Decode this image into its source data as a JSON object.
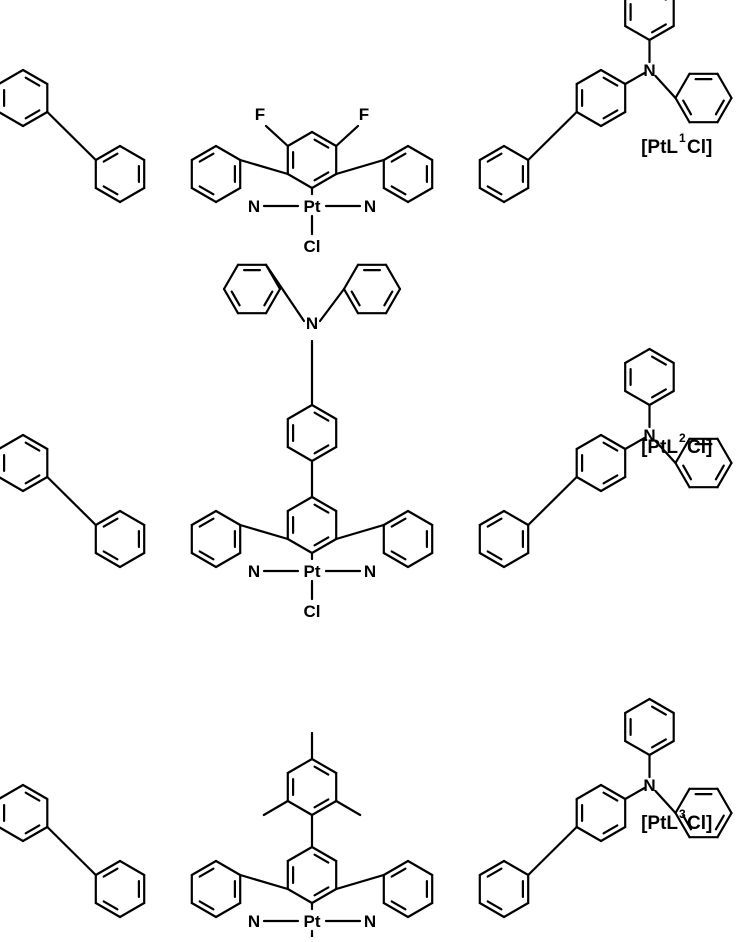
{
  "colors": {
    "bond": "#000000",
    "text": "#000000",
    "background": "#ffffff"
  },
  "atoms": {
    "N": "N",
    "Pt": "Pt",
    "Cl": "Cl",
    "F": "F"
  },
  "compounds": [
    {
      "prefix": "[PtL",
      "superscript": "1",
      "suffix": "Cl]"
    },
    {
      "prefix": "[PtL",
      "superscript": "2",
      "suffix": "Cl]"
    },
    {
      "prefix": "[PtL",
      "superscript": "3",
      "suffix": "Cl]"
    }
  ]
}
